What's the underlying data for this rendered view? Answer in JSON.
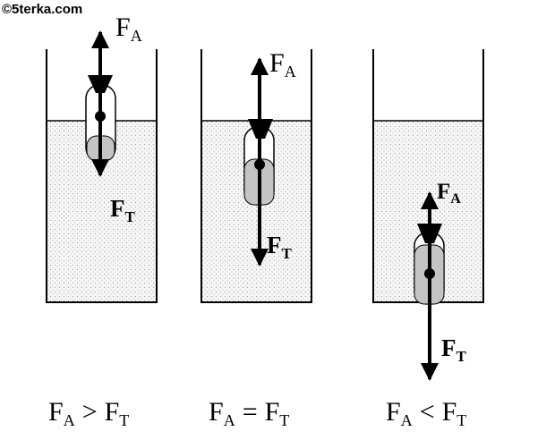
{
  "watermark": "©5terka.com",
  "force_symbol": "F",
  "buoyant_subscript": "A",
  "gravity_subscript": "T",
  "panels": [
    {
      "relation": ">"
    },
    {
      "relation": "="
    },
    {
      "relation": "<"
    }
  ],
  "colors": {
    "line": "#000000",
    "water_dots": "#9a9a9a",
    "water_bg": "#f6f6f6",
    "body_fill": "#c4c4c4",
    "tube_fill": "#ffffff"
  }
}
